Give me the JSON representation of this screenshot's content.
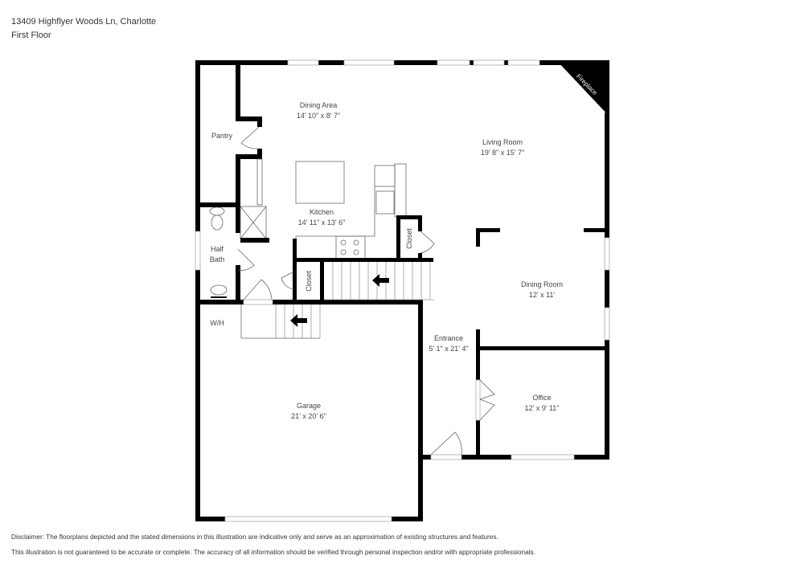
{
  "header": {
    "address": "13409 Highflyer Woods Ln, Charlotte",
    "floor": "First Floor"
  },
  "rooms": {
    "dining_area": {
      "name": "Dining Area",
      "dims": "14' 10\" x 8' 7\""
    },
    "living_room": {
      "name": "Living Room",
      "dims": "19' 8\" x 15' 7\""
    },
    "pantry": {
      "name": "Pantry"
    },
    "kitchen": {
      "name": "Kitchen",
      "dims": "14' 11\" x 13' 6\""
    },
    "half_bath": {
      "name_line1": "Half",
      "name_line2": "Bath"
    },
    "closet_kitchen": {
      "name": "Closet"
    },
    "closet_hall": {
      "name": "Closet"
    },
    "dining_room": {
      "name": "Dining Room",
      "dims": "12' x 11'"
    },
    "wh": {
      "name": "W/H"
    },
    "entrance": {
      "name": "Entrance",
      "dims": "5' 1\" x 21' 4\""
    },
    "garage": {
      "name": "Garage",
      "dims": "21' x 20' 6\""
    },
    "office": {
      "name": "Office",
      "dims": "12' x 9' 11\""
    },
    "fireplace": {
      "name": "Fireplace"
    }
  },
  "disclaimer": {
    "line1": "Disclaimer: The floorplans depicted and the stated dimensions in this illustration are indicative only and serve as an approximation of existing structures and features.",
    "line2": "This illustration is not guaranteed to be accurate or complete. The accuracy of all information should be verified through personal inspection and/or with appropriate professionals."
  },
  "colors": {
    "wall": "#000000",
    "text": "#333333",
    "window": "#aaaaaa"
  }
}
